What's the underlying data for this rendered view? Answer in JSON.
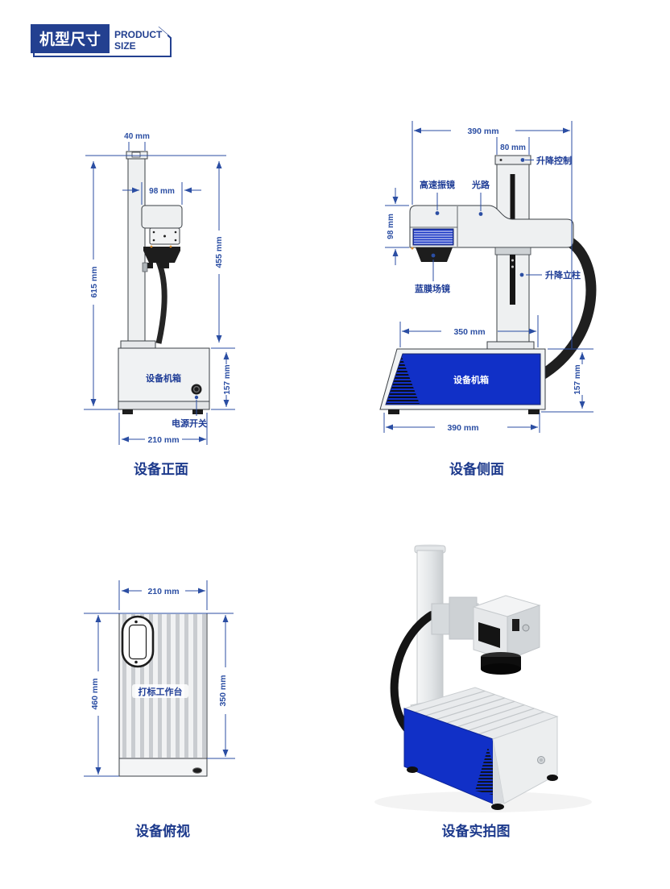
{
  "header": {
    "title_cn": "机型尺寸",
    "subtitle_line1": "PRODUCT",
    "subtitle_line2": "SIZE"
  },
  "colors": {
    "accent": "#2b4ea3",
    "navy": "#1e3c96",
    "panel_blue": "#1130c7",
    "badge_navy": "#234090"
  },
  "views": {
    "front": {
      "caption": "设备正面",
      "dims": {
        "column_top_width": "40 mm",
        "head_width": "98 mm",
        "total_height": "615 mm",
        "column_height": "455 mm",
        "chassis_height": "157 mm",
        "chassis_width": "210 mm"
      },
      "labels": {
        "chassis": "设备机箱",
        "power_switch": "电源开关"
      }
    },
    "side": {
      "caption": "设备侧面",
      "dims": {
        "total_width": "390 mm",
        "column_width": "80 mm",
        "head_height": "98 mm",
        "chassis_top_width": "350 mm",
        "chassis_bottom_width": "390 mm",
        "chassis_height": "157 mm"
      },
      "labels": {
        "galvo": "高速振镜",
        "light_path": "光路",
        "lift_control": "升降控制",
        "field_lens": "蓝膜场镜",
        "lift_column": "升降立柱",
        "chassis": "设备机箱"
      }
    },
    "top": {
      "caption": "设备俯视",
      "dims": {
        "width": "210 mm",
        "total_length": "460 mm",
        "table_length": "350 mm"
      },
      "labels": {
        "worktable": "打标工作台"
      }
    },
    "photo": {
      "caption": "设备实拍图"
    }
  }
}
